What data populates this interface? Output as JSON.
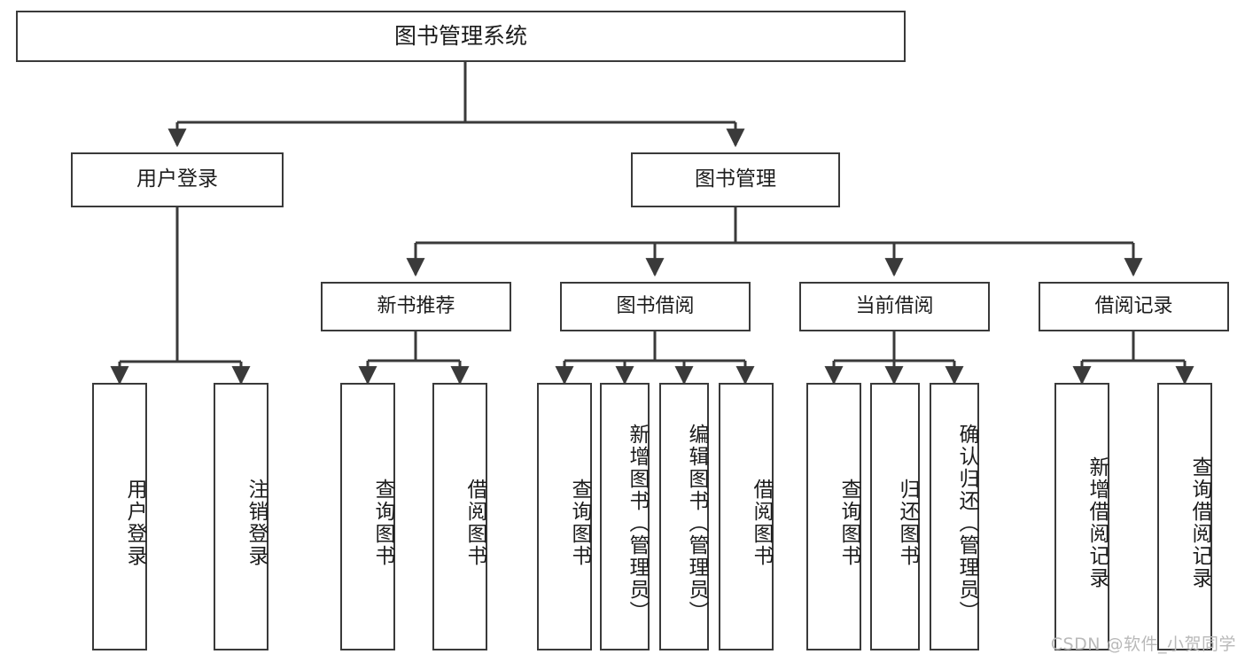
{
  "diagram": {
    "title": "图书管理系统",
    "type": "functional-structure-tree",
    "watermark": "CSDN @软件_小贺同学",
    "colors": {
      "box_border": "#3a3a3a",
      "box_fill": "#ffffff",
      "connector": "#3a3a3a",
      "text": "#1c1c1c",
      "watermark": "#b9b9b9"
    },
    "root": {
      "label": "图书管理系统"
    },
    "level2": [
      {
        "label": "用户登录"
      },
      {
        "label": "图书管理"
      }
    ],
    "level3": [
      {
        "label": "新书推荐"
      },
      {
        "label": "图书借阅"
      },
      {
        "label": "当前借阅"
      },
      {
        "label": "借阅记录"
      }
    ],
    "leaves": {
      "user_login": [
        {
          "label": "用户登录"
        },
        {
          "label": "注销登录"
        }
      ],
      "new_book_recommend": [
        {
          "label": "查询图书"
        },
        {
          "label": "借阅图书"
        }
      ],
      "book_borrow": [
        {
          "label": "查询图书"
        },
        {
          "label": "新增图书（管理员）"
        },
        {
          "label": "编辑图书（管理员）"
        },
        {
          "label": "借阅图书"
        }
      ],
      "current_borrow": [
        {
          "label": "查询图书"
        },
        {
          "label": "归还图书"
        },
        {
          "label": "确认归还（管理员）"
        }
      ],
      "borrow_record": [
        {
          "label": "新增借阅记录"
        },
        {
          "label": "查询借阅记录"
        }
      ]
    }
  }
}
